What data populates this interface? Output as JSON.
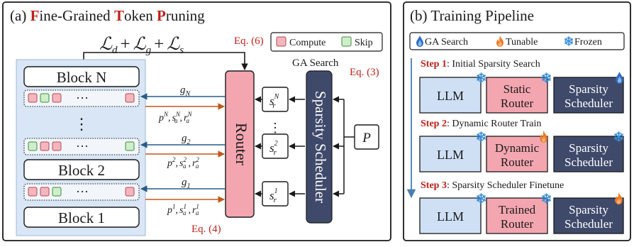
{
  "panel_a": {
    "title_prefix": "(a) ",
    "title_letters": [
      {
        "cap": "F",
        "rest": "ine-Grained "
      },
      {
        "cap": "T",
        "rest": "oken "
      },
      {
        "cap": "P",
        "rest": "runing"
      }
    ],
    "loss": {
      "L": "ℒ",
      "d": "d",
      "g": "g",
      "s": "s",
      "plus": "+"
    },
    "eq6": "Eq. (6)",
    "eq3": "Eq. (3)",
    "eq4": "Eq. (4)",
    "ga_search": "GA Search",
    "legend": {
      "compute": "Compute",
      "skip": "Skip"
    },
    "blocks": [
      "Block N",
      "Block 2",
      "Block 1"
    ],
    "dots_h": "···",
    "dots_v": "⋮",
    "router": "Router",
    "scheduler": "Sparsity Scheduler",
    "p_label": "P",
    "gates": {
      "N": {
        "g": "g",
        "sub": "N",
        "p": "p",
        "sup": "N"
      },
      "2": {
        "g": "g",
        "sub": "2",
        "p": "p",
        "sup": "2"
      },
      "1": {
        "g": "g",
        "sub": "1",
        "p": "p",
        "sup": "1"
      }
    },
    "sr": {
      "s": "s",
      "r": "r",
      "levels": [
        "N",
        "2",
        "1"
      ]
    },
    "sa": "s",
    "ra": "r",
    "a": "a",
    "comma": ","
  },
  "panel_b": {
    "title": "(b) Training Pipeline",
    "legend": {
      "ga": "GA Search",
      "tunable": "Tunable",
      "frozen": "Frozen"
    },
    "steps": [
      {
        "bold": "Step 1",
        "rest": ": Initial Sparsity Search",
        "llm": "LLM",
        "router": [
          "Static",
          "Router"
        ],
        "scheduler": [
          "Sparsity",
          "Scheduler"
        ]
      },
      {
        "bold": "Step 2",
        "rest": ": Dynamic Router Train",
        "llm": "LLM",
        "router": [
          "Dynamic",
          "Router"
        ],
        "scheduler": [
          "Sparsity",
          "Scheduler"
        ]
      },
      {
        "bold": "Step 3",
        "rest": ": Sparsity Scheduler Finetune",
        "llm": "LLM",
        "router": [
          "Trained",
          "Router"
        ],
        "scheduler": [
          "Sparsity",
          "Scheduler"
        ]
      }
    ]
  },
  "colors": {
    "step_red": "#c0201a",
    "router_pink": "#f4a6b0",
    "llm_blue": "#cfe0f5",
    "scheduler_navy": "#3f4a6b",
    "compute_pink": "#f4b6bc",
    "skip_green": "#cfeecb",
    "arrow_orange": "#c2571a",
    "arrow_blue": "#2a5c8a",
    "fire": "#f07a2a",
    "snow": "#3b8ed6"
  }
}
